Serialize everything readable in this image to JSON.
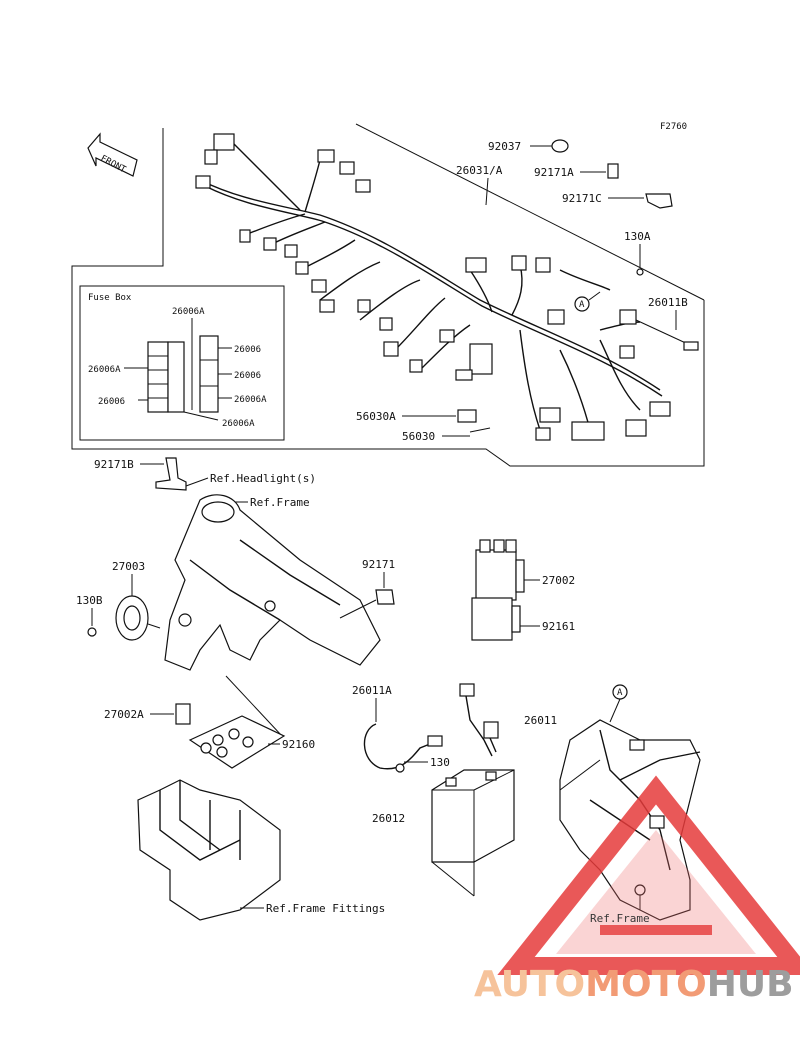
{
  "figure_code": "F2760",
  "front_label": "FRONT",
  "fuse_box": {
    "title": "Fuse Box",
    "parts": [
      "26006A",
      "26006A",
      "26006",
      "26006",
      "26006",
      "26006A",
      "26006A"
    ]
  },
  "callouts": {
    "p92037": "92037",
    "p26031A": "26031/A",
    "p92171A": "92171A",
    "p92171C": "92171C",
    "p130A": "130A",
    "p26011B": "26011B",
    "marker_a": "A",
    "p56030A": "56030A",
    "p56030": "56030",
    "p92171B": "92171B",
    "ref_headlight": "Ref.Headlight(s)",
    "ref_frame_top": "Ref.Frame",
    "p27003": "27003",
    "p92171": "92171",
    "p27002": "27002",
    "p130B": "130B",
    "p92161": "92161",
    "p26011A": "26011A",
    "marker_a2": "A",
    "p26011": "26011",
    "p27002A": "27002A",
    "p92160": "92160",
    "p130": "130",
    "p26012": "26012",
    "ref_frame_fittings": "Ref.Frame Fittings",
    "ref_frame_bottom": "Ref.Frame"
  },
  "watermark": {
    "part1": "AUTO",
    "part2": "MOTO",
    "part3": "HUB",
    "color_light": "#f5b98a",
    "color_mid": "#f08a5d",
    "color_dark": "#8c8c8c",
    "triangle_color": "#e63b3b"
  }
}
